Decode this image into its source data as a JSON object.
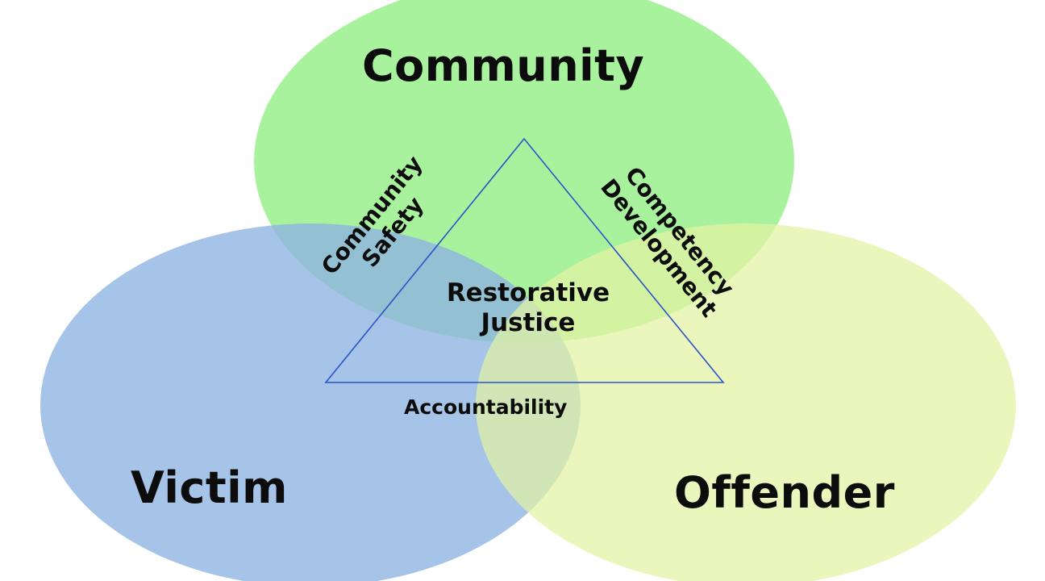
{
  "diagram": {
    "circles": {
      "community": {
        "label": "Community",
        "color": "#8fee82"
      },
      "victim": {
        "label": "Victim",
        "color": "#8db2e2"
      },
      "offender": {
        "label": "Offender",
        "color": "#e3f2a4"
      }
    },
    "center": {
      "line1": "Restorative",
      "line2": "Justice"
    },
    "triangle_sides": {
      "left": {
        "line1": "Community",
        "line2": "Safety"
      },
      "right": {
        "line1": "Competency",
        "line2": "Development"
      },
      "bottom": "Accountability"
    },
    "triangle_color": "#2a55c8"
  }
}
